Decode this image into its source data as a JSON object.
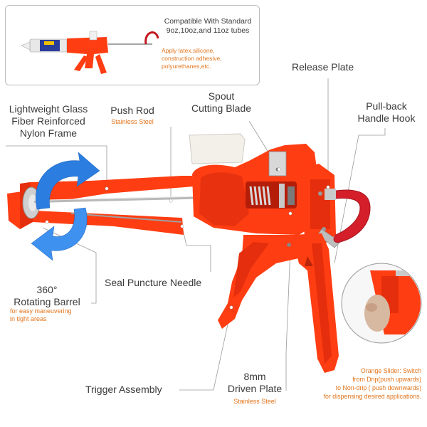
{
  "inset": {
    "title_line1": "Compatible With Standard",
    "title_line2": "9oz,10oz,and 11oz tubes",
    "sub_line1": "Apply latex,silicone,",
    "sub_line2": "construction adhesive,",
    "sub_line3": "polyurethanes,etc."
  },
  "callouts": {
    "release_plate": "Release Plate",
    "spout_line1": "Spout",
    "spout_line2": "Cutting Blade",
    "pull_back_line1": "Pull-back",
    "pull_back_line2": "Handle Hook",
    "frame_line1": "Lightweight Glass",
    "frame_line2": "Fiber Reinforced",
    "frame_line3": "Nylon Frame",
    "push_rod": "Push Rod",
    "push_rod_sub": "Stainless Steel",
    "barrel_line1": "360°",
    "barrel_line2": "Rotating Barrel",
    "barrel_sub1": "for easy maneuvering",
    "barrel_sub2": "in tight areas",
    "needle": "Seal Puncture Needle",
    "trigger": "Trigger Assembly",
    "plate_line1": "8mm",
    "plate_line2": "Driven Plate",
    "plate_sub": "Stainless Steel",
    "slider_line1": "Orange Slider: Switch",
    "slider_line2": "from Drip(push upwards)",
    "slider_line3": "to Non-drip  ( push downwards)",
    "slider_line4": "for dispensing desired  applications."
  },
  "colors": {
    "body": "#ff3d12",
    "body_dark": "#d92a08",
    "hook": "#d41f2a",
    "accent_text": "#e2741b",
    "arrow_blue": "#2c7de0"
  }
}
